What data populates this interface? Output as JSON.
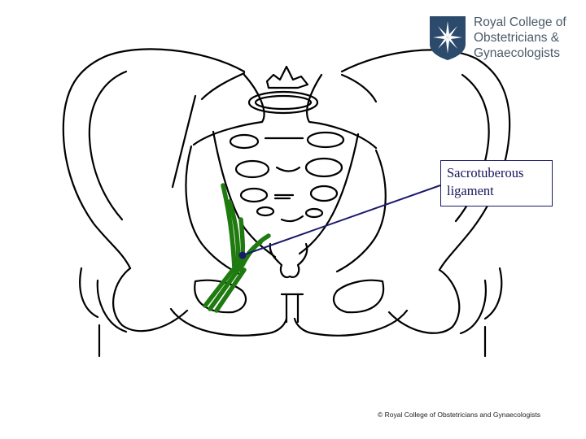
{
  "logo": {
    "icon": "rcog-compass-shield-icon",
    "lines": [
      "Royal College of",
      "Obstetricians &",
      "Gynaecologists"
    ],
    "colors": {
      "shield": "#2b4a6c",
      "star": "#ffffff",
      "text": "#4a5a6a"
    }
  },
  "callout": {
    "lines": [
      "Sacrotuberous",
      "ligament"
    ],
    "border_color": "#1a1a6a",
    "text_color": "#14145a"
  },
  "diagram": {
    "subject": "pelvis-outline",
    "highlighted_structure": "sacrotuberous-ligament",
    "colors": {
      "outline": "#000000",
      "ligament": "#1f7a10",
      "leader_line": "#1a1a6a"
    }
  },
  "footer": {
    "copyright": "© Royal College of Obstetricians and Gynaecologists"
  }
}
